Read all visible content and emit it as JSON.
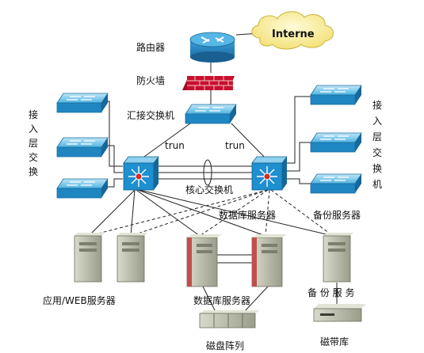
{
  "labels": {
    "cloud": "Interne",
    "router": "路由器",
    "firewall": "防火墙",
    "aggregation_switch": "汇接交换机",
    "trunk_left": "trun",
    "trunk_right": "trun",
    "core_switch": "核心交换机",
    "access_left": [
      "接",
      "入",
      "层",
      "交",
      "换"
    ],
    "access_right": [
      "接",
      "入",
      "层",
      "交",
      "换",
      "机"
    ],
    "db_server_top": "数据库服务器",
    "backup_server_top": "备份服务器",
    "app_web_server": "应用/WEB服务器",
    "db_server_bottom": "数据库服务器",
    "backup_service": "备 份 服 务",
    "disk_array": "磁盘阵列",
    "tape_library": "磁带库"
  },
  "colors": {
    "switch_face": "#2aa3d8",
    "core_face": "#1e8fcf",
    "firewall": "#c8102e",
    "server": "#b8bcaa",
    "db_server_stripe": "#c0504d",
    "cloud": "#fff2a8"
  }
}
